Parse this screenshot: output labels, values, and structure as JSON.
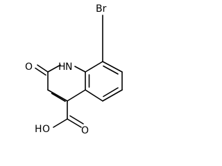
{
  "molecule": {
    "atoms": {
      "bromine": "Br",
      "ring_nitrogen": "N",
      "ring_nitrogen_hydrogen": "H",
      "carbonyl_oxygen": "O",
      "hydroxyl_oxygen": "O",
      "hydroxyl_hydrogen": "H",
      "acid_carbonyl_oxygen": "O"
    }
  }
}
